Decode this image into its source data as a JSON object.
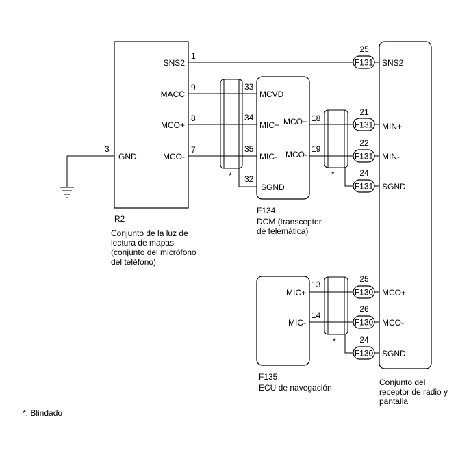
{
  "components": {
    "r2": {
      "code": "R2",
      "description": [
        "Conjunto de la luz de",
        "lectura de mapas",
        "(conjunto del micrófono",
        "del teléfono)"
      ],
      "pins": {
        "sns2": "SNS2",
        "macc": "MACC",
        "mco_plus": "MCO+",
        "mco_minus": "MCO-",
        "gnd": "GND"
      }
    },
    "f134": {
      "code": "F134",
      "description": [
        "DCM (transceptor",
        "de telemática)"
      ],
      "pins": {
        "mcvd": "MCVD",
        "mic_plus": "MIC+",
        "mic_minus": "MIC-",
        "sgnd": "SGND",
        "mco_plus": "MCO+",
        "mco_minus": "MCO-"
      }
    },
    "f135": {
      "code": "F135",
      "description": [
        "ECU de navegación"
      ],
      "pins": {
        "mic_plus": "MIC+",
        "mic_minus": "MIC-"
      }
    },
    "radio": {
      "description": [
        "Conjunto del",
        "receptor de radio y",
        "pantalla"
      ],
      "pins": {
        "sns2": "SNS2",
        "min_plus": "MIN+",
        "min_minus": "MIN-",
        "sgnd1": "SGND",
        "mco_plus": "MCO+",
        "mco_minus": "MCO-",
        "sgnd2": "SGND"
      }
    }
  },
  "pin_numbers": {
    "r2_sns2": "1",
    "r2_macc": "9",
    "r2_mco_plus": "8",
    "r2_mco_minus": "7",
    "r2_gnd": "3",
    "f134_mcvd": "33",
    "f134_mic_plus": "34",
    "f134_mic_minus": "35",
    "f134_sgnd": "32",
    "f134_mco_plus": "18",
    "f134_mco_minus": "19",
    "radio_sns2": "25",
    "radio_min_plus": "21",
    "radio_min_minus": "22",
    "radio_sgnd1": "24",
    "f135_mic_plus": "13",
    "f135_mic_minus": "14",
    "radio_mco_plus": "25",
    "radio_mco_minus": "26",
    "radio_sgnd2": "24"
  },
  "connectors": {
    "f131": "F131",
    "f130": "F130"
  },
  "shield_marker": "*",
  "footnote": "*: Blindado"
}
